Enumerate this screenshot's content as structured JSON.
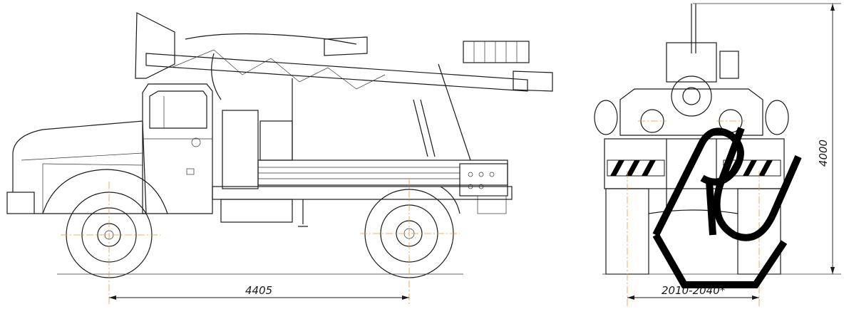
{
  "dimensions": {
    "wheelbase": "4405",
    "track": "2010-2040*",
    "height": "4000"
  },
  "watermark": "RU",
  "colors": {
    "lines": "#1a1a1a",
    "centerlines": "#e39a3a",
    "stripes": "#000000"
  }
}
